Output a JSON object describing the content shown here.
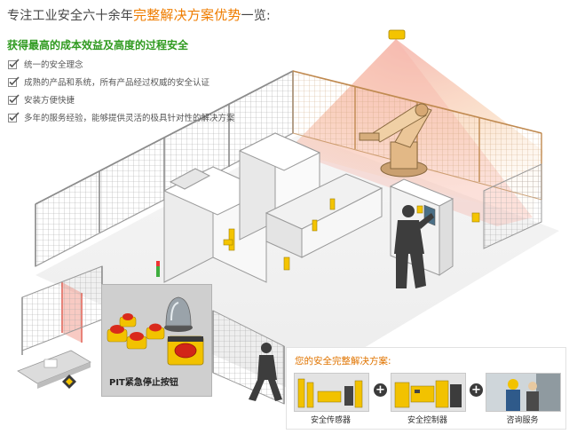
{
  "header": {
    "title_prefix": "专注工业安全六十余年",
    "title_highlight": "完整解决方案优势",
    "title_suffix": "一览:",
    "subtitle": "获得最高的成本效益及高度的过程安全"
  },
  "benefits": [
    "统一的安全理念",
    "成熟的产品和系统，所有产品经过权威的安全认证",
    "安装方便快捷",
    "多年的服务经验，能够提供灵活的极具针对性的解决方案"
  ],
  "emergency_panel": {
    "caption": "PIT紧急停止按钮"
  },
  "solution": {
    "title": "您的安全完整解决方案:",
    "plus": "+",
    "products": [
      {
        "label": "安全传感器"
      },
      {
        "label": "安全控制器"
      },
      {
        "label": "咨询服务"
      }
    ]
  },
  "icons": {
    "benefit_marker": "checkbox-check-icon"
  },
  "colors": {
    "highlight": "#ef7d00",
    "subtitle": "#2f9a1f",
    "fence": "#9a9a9a",
    "safety_zone": "#f5b9b0",
    "warning_yellow": "#f4c400"
  }
}
